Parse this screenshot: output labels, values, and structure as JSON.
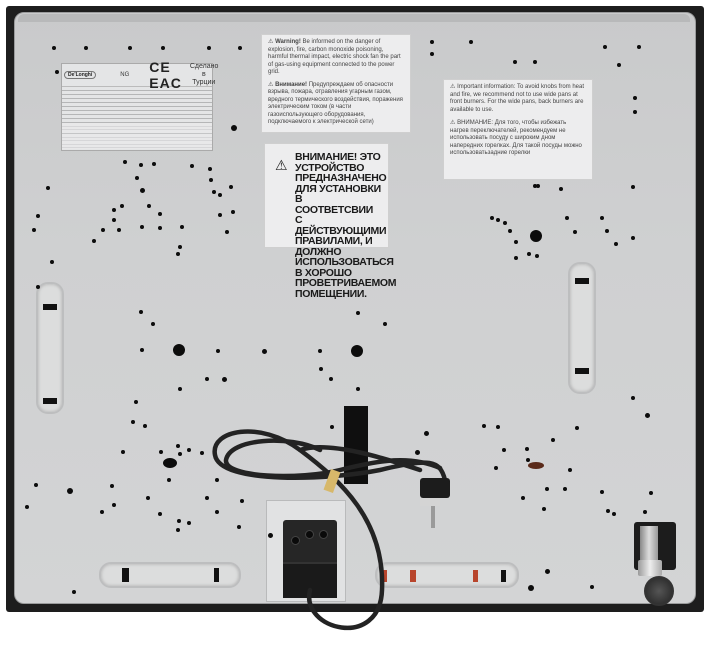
{
  "scene": {
    "subject": "Underside of a built-in gas hob",
    "panel_color": "#cfd0d1",
    "frame_color": "#1d1d1d",
    "cord_color": "#222222"
  },
  "rating_plate": {
    "brand": "De'Longhi",
    "gas_type": "NG",
    "marks": "CE EAC",
    "made_in": "Сделано в Турции"
  },
  "sticker_warning_top": {
    "en_title": "Warning!",
    "en_text": "Be informed on the danger of explosion, fire, carbon monoxide poisoning, harmful thermal impact, electric shock fan the part of gas-using equipment connected to the power grid.",
    "ru_title": "Внимание!",
    "ru_text": "Предупреждаем об опасности взрыва, пожара, отравления угарным газом, вредного термического воздействия, поражения электрическим током (в части газоиспользующего оборудования, подключаемого к электрической сети)"
  },
  "sticker_important": {
    "en_title": "Important information:",
    "en_text": "To avoid knobs from heat and fire, we recommend not to use wide pans at front burners. For the wide pans, back burners are available to use.",
    "ru_title": "ВНИМАНИЕ:",
    "ru_text": "Для того, чтобы избежать нагрев переключателей, рекомендуем не использовать посуду с широким дном напередних горелках. Для такой посуды можно использоватьзадние горелки"
  },
  "sticker_ventilation": {
    "text": "ВНИМАНИЕ! ЭТО УСТРОЙСТВО ПРЕДНАЗНАЧЕНО ДЛЯ УСТАНОВКИ В СООТВЕТСВИИ С ДЕЙСТВУЮЩИМИ ПРАВИЛАМИ, И ДОЛЖНО ИСПОЛЬЗОВАТЬСЯ В ХОРОШО ПРОВЕТРИВАЕМОМ ПОМЕЩЕНИИ."
  }
}
